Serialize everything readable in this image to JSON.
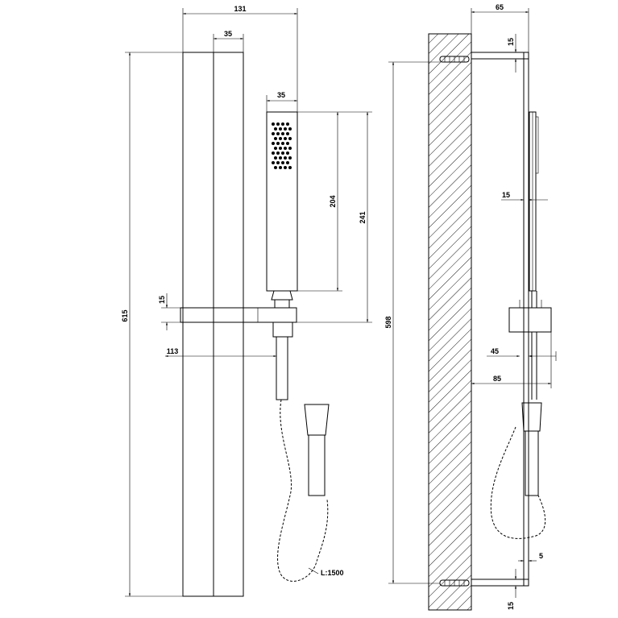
{
  "dimensions": {
    "front_width_total": "131",
    "front_bar_width": "35",
    "front_head_width": "35",
    "front_head_length": "204",
    "front_head_holder": "241",
    "front_total_height": "615",
    "front_bracket_thickness": "15",
    "front_holder_offset": "113",
    "hose_length": "L:1500",
    "side_depth": "65",
    "side_top_bracket": "15",
    "side_hose_width": "15",
    "side_height": "598",
    "side_holder_depth": "45",
    "side_holder_offset": "85",
    "side_gap": "5",
    "side_bottom_bracket": "15"
  }
}
